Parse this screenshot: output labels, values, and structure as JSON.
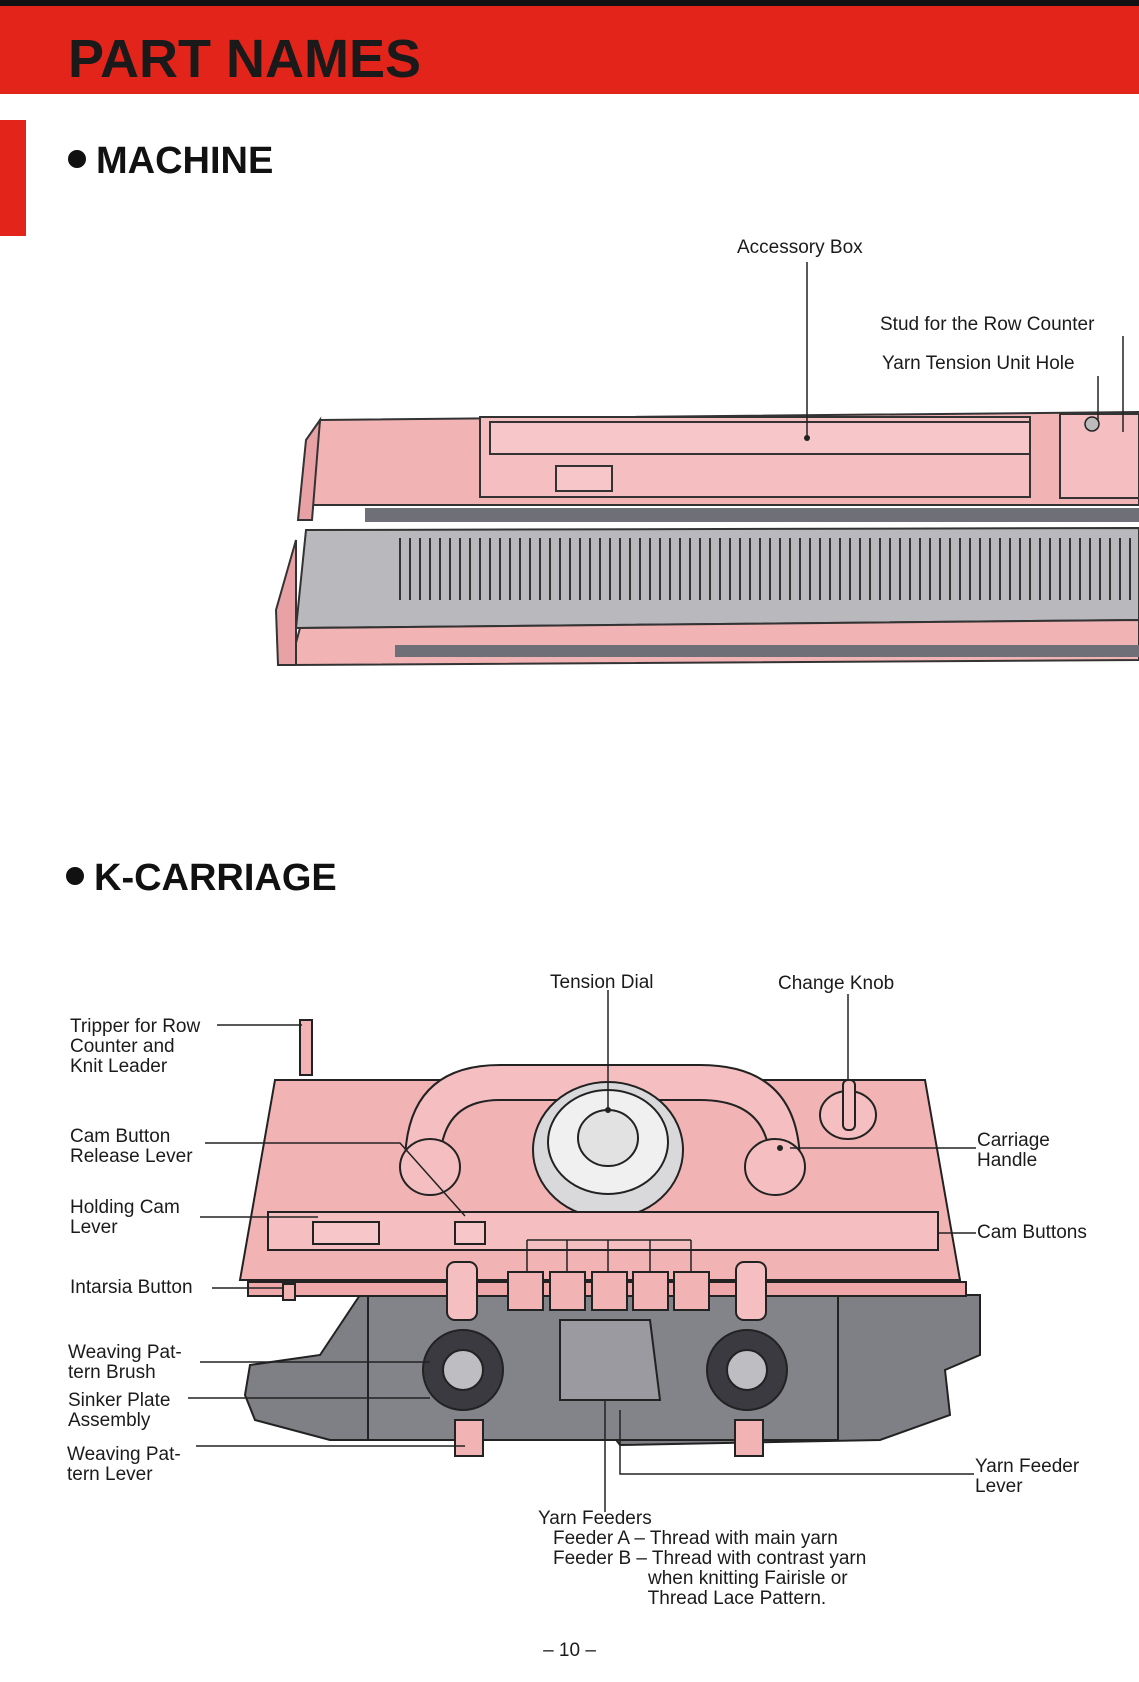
{
  "header": {
    "title": "PART NAMES"
  },
  "sections": {
    "machine": {
      "title": "MACHINE",
      "labels": {
        "accessory_box": "Accessory Box",
        "stud_row_counter": "Stud for the Row Counter",
        "yarn_tension_hole": "Yarn Tension Unit Hole"
      }
    },
    "kcarriage": {
      "title": "K-CARRIAGE",
      "labels": {
        "tension_dial": "Tension Dial",
        "change_knob": "Change Knob",
        "tripper": "Tripper for Row\nCounter and\nKnit Leader",
        "cam_button_release": "Cam Button\nRelease Lever",
        "holding_cam": "Holding Cam\nLever",
        "intarsia": "Intarsia Button",
        "weaving_brush": "Weaving Pat-\ntern Brush",
        "sinker_plate": "Sinker Plate\nAssembly",
        "weaving_lever": "Weaving Pat-\ntern Lever",
        "carriage_handle": "Carriage\nHandle",
        "cam_buttons": "Cam Buttons",
        "yarn_feeder_lever": "Yarn Feeder\nLever",
        "yarn_feeders_title": "Yarn Feeders",
        "feeder_a": "Feeder A – Thread with main yarn",
        "feeder_b": "Feeder B – Thread with contrast yarn\n                  when knitting Fairisle or\n                  Thread Lace Pattern."
      }
    }
  },
  "footer": {
    "page_number": "– 10 –"
  },
  "colors": {
    "accent": "#e2241b",
    "machine_pink": "#f2b3b5",
    "machine_gray": "#7f7f86"
  }
}
